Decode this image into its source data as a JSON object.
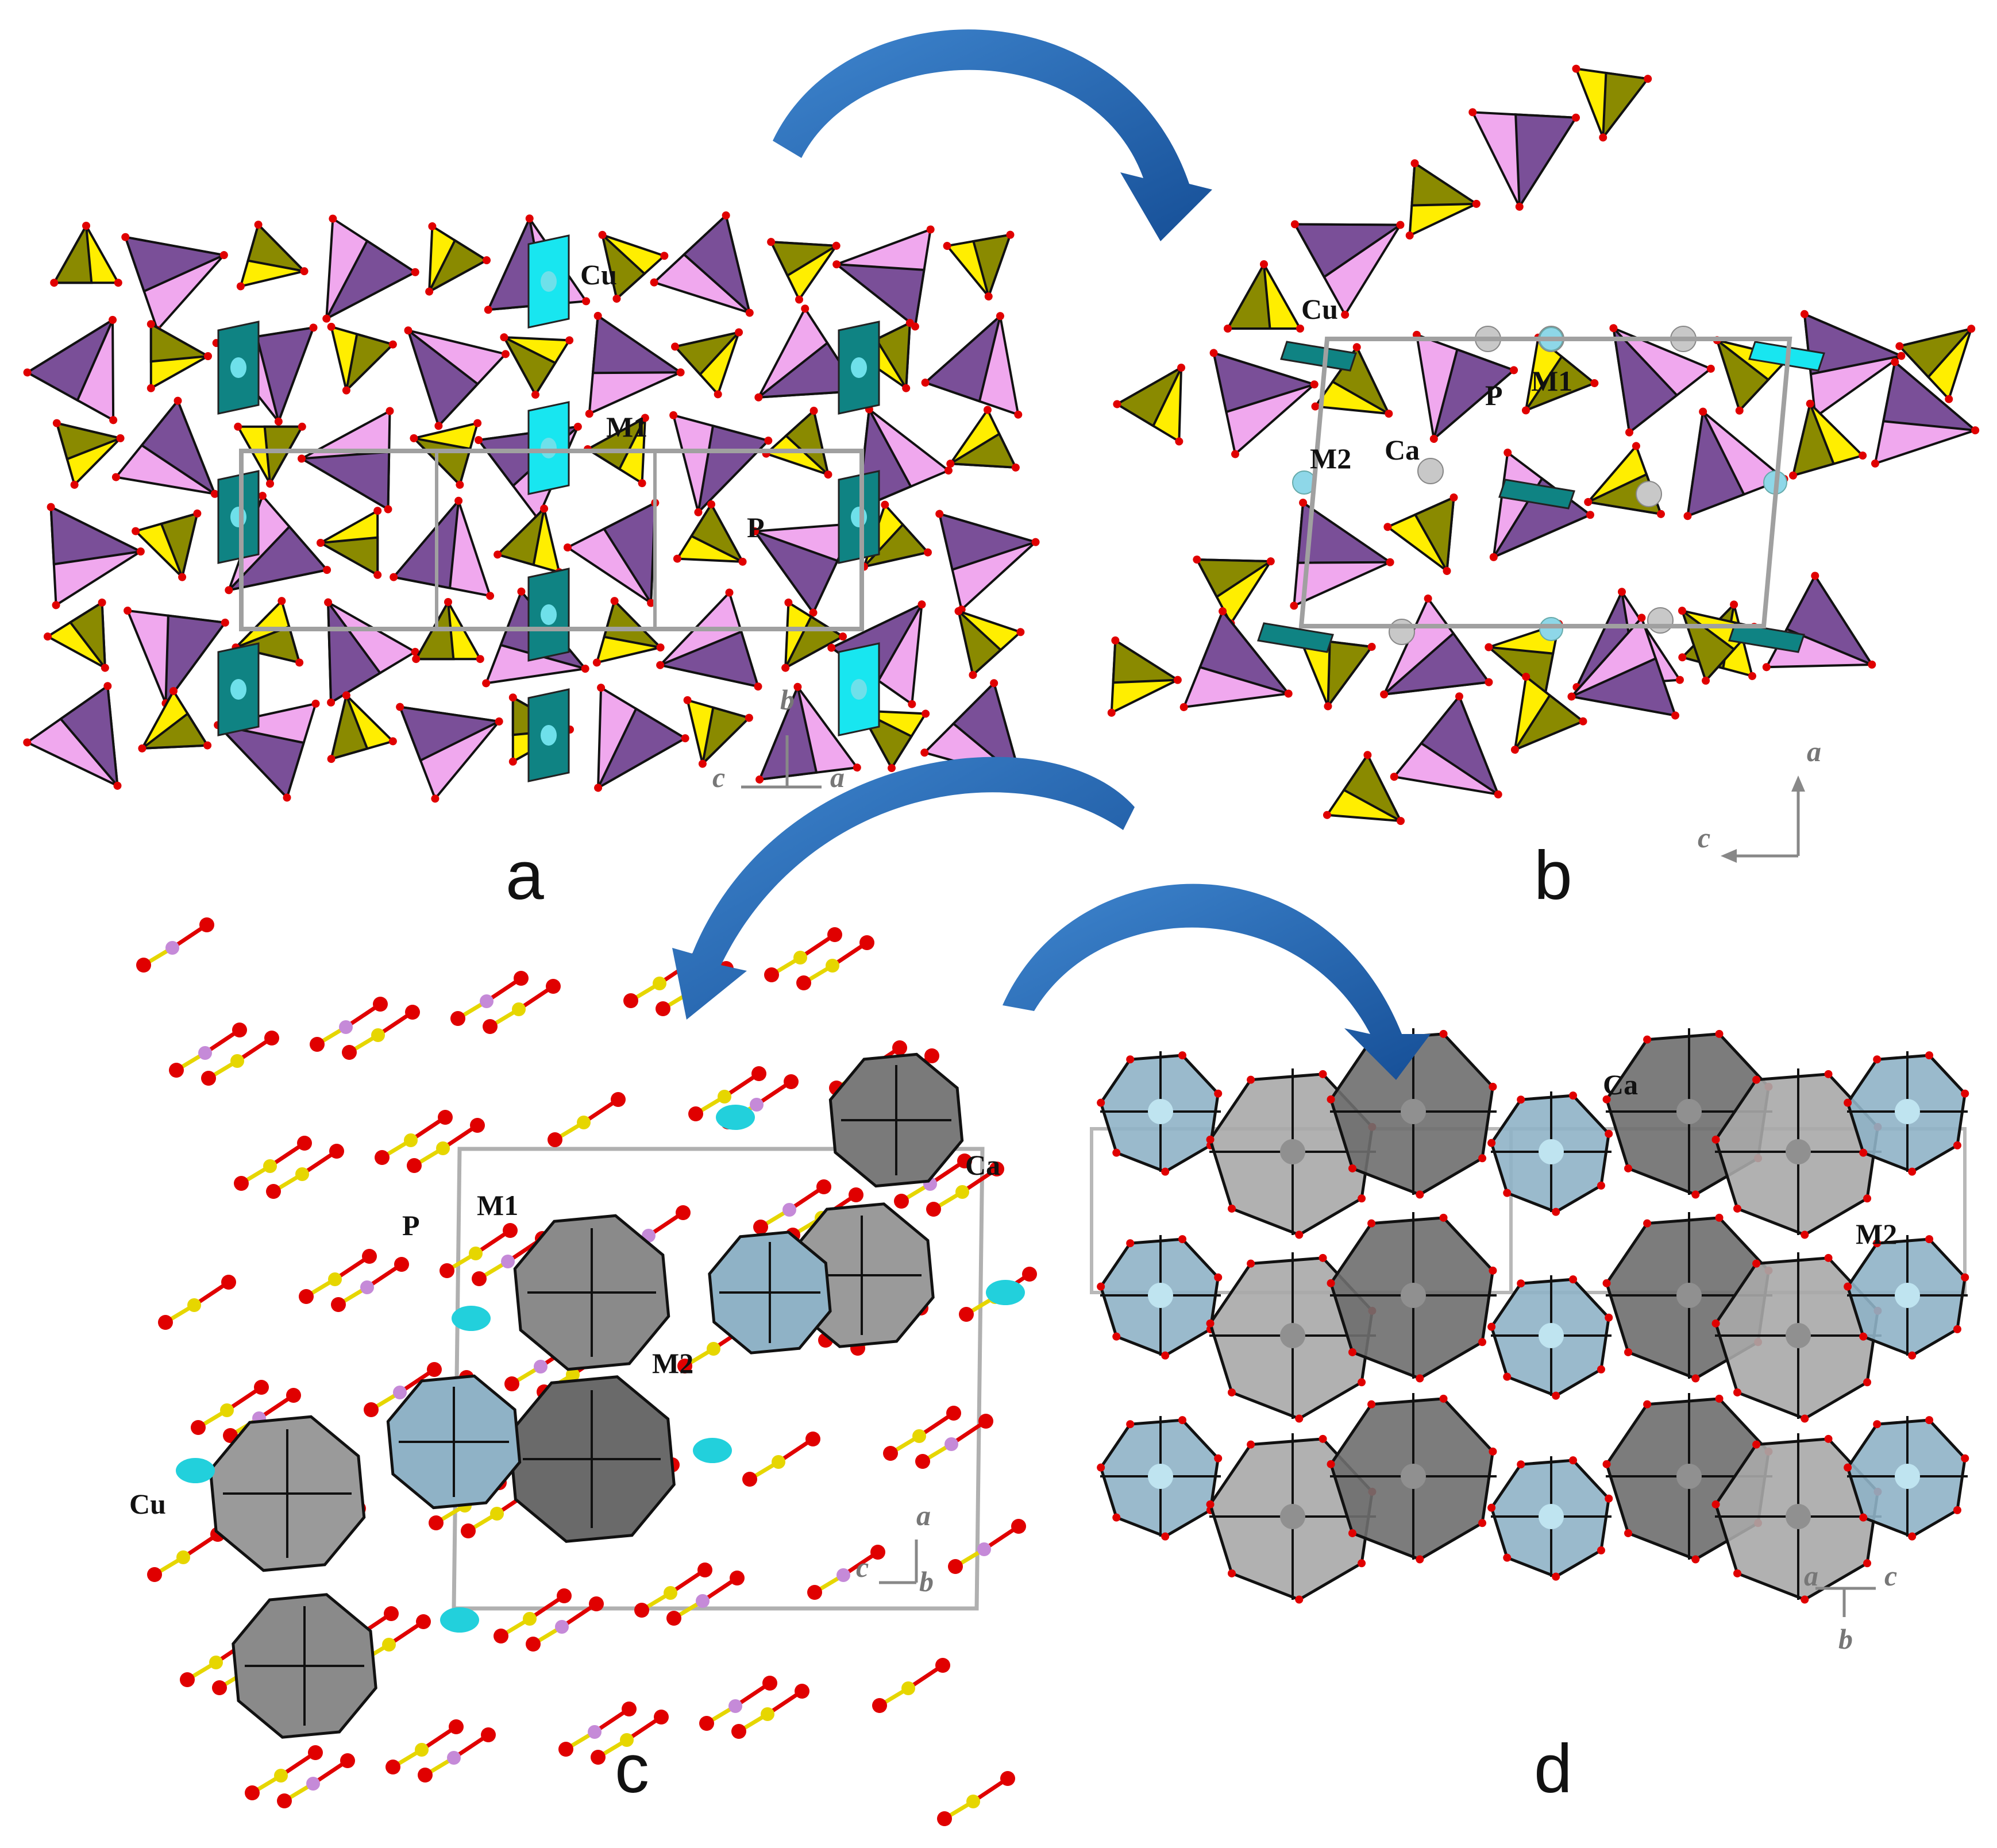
{
  "panels": [
    {
      "letter": "a",
      "labels": {
        "cu": "Cu",
        "m1": "M1",
        "p": "P"
      },
      "axes": {
        "up": "b",
        "left": "c",
        "right": "a"
      }
    },
    {
      "letter": "b",
      "labels": {
        "cu": "Cu",
        "m1": "M1",
        "m2": "M2",
        "ca": "Ca",
        "p": "P"
      },
      "axes": {
        "up": "a",
        "left": "c"
      }
    },
    {
      "letter": "c",
      "labels": {
        "cu": "Cu",
        "m1": "M1",
        "m2": "M2",
        "ca": "Ca",
        "p": "P"
      },
      "axes": {
        "up": "a",
        "left": "c",
        "down": "b"
      }
    },
    {
      "letter": "d",
      "labels": {
        "ca": "Ca",
        "m2": "M2"
      },
      "axes": {
        "left": "a",
        "right": "c",
        "down": "b"
      }
    }
  ],
  "colors": {
    "p_tetrahedron_light": "#ffee00",
    "p_tetrahedron_dark": "#8a8a00",
    "m1_light": "#f0a8ee",
    "m1_dark": "#7a4f98",
    "cu_light": "#18e6f0",
    "cu_dark": "#0f8383",
    "ca_polyhedron": "#6e6e6e",
    "m2_polyhedron": "#8fb2c6",
    "oxygen": "#e00000",
    "arrow": "#1f63b0"
  },
  "arrows": [
    {
      "name": "arrow-a-to-b",
      "icon": "curved-arrow-icon"
    },
    {
      "name": "arrow-b-to-c",
      "icon": "curved-arrow-icon"
    },
    {
      "name": "arrow-c-to-d",
      "icon": "curved-arrow-icon"
    }
  ]
}
